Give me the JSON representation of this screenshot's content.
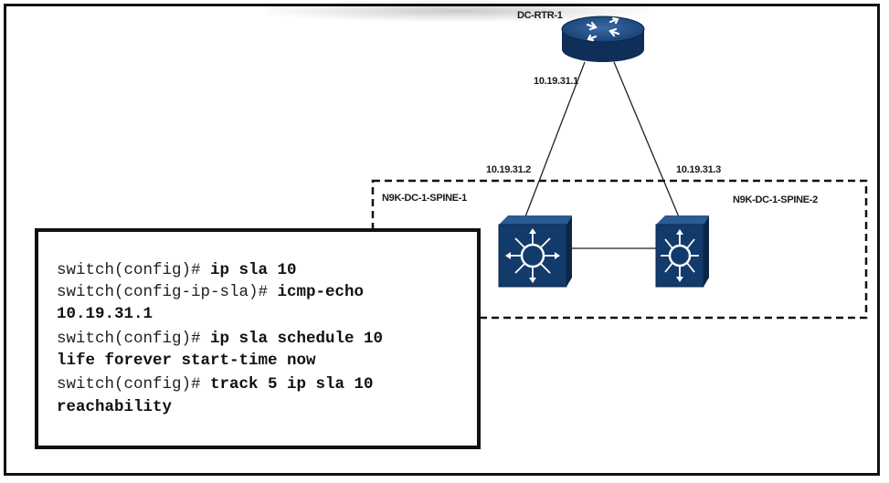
{
  "nodes": {
    "router": {
      "name": "DC-RTR-1",
      "ip": "10.19.31.1"
    },
    "spine1": {
      "name": "N9K-DC-1-SPINE-1",
      "ip": "10.19.31.2"
    },
    "spine2": {
      "name": "N9K-DC-1-SPINE-2",
      "ip": "10.19.31.3"
    }
  },
  "colors": {
    "device_blue": "#123a6b",
    "device_blue_light": "#2c5a93"
  },
  "cli": {
    "lines": [
      {
        "prompt": "switch(config)# ",
        "command": "ip sla 10"
      },
      {
        "prompt": "switch(config-ip-sla)# ",
        "command": "icmp-echo"
      },
      {
        "prompt": "",
        "command": "10.19.31.1"
      },
      {
        "prompt": "switch(config)# ",
        "command": "ip sla schedule 10"
      },
      {
        "prompt": "",
        "command": "life forever start-time now"
      },
      {
        "prompt": "switch(config)# ",
        "command": "track 5 ip sla 10"
      },
      {
        "prompt": "",
        "command": "reachability"
      }
    ]
  }
}
